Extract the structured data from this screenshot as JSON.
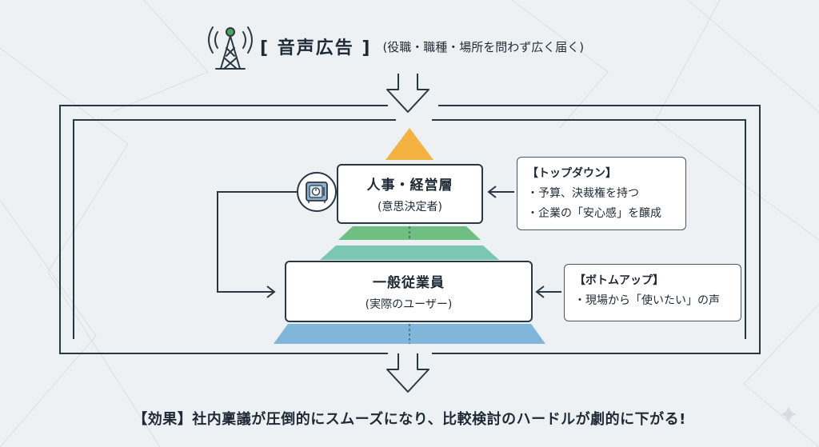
{
  "header": {
    "title": "[ 音声広告 ]",
    "subtitle": "(役職・職種・場所を問わず広く届く)",
    "icon": "radio-tower-icon"
  },
  "pyramid": {
    "top_box": {
      "title": "人事・経営層",
      "subtitle": "(意思決定者)"
    },
    "bottom_box": {
      "title": "一般従業員",
      "subtitle": "(実際のユーザー)"
    },
    "top_icon": "safe-icon",
    "colors": [
      "#f3b241",
      "#6fbf83",
      "#7cc6b4",
      "#7fb6d9"
    ]
  },
  "notes": {
    "top_down": {
      "title": "【トップダウン】",
      "items": [
        "・予算、決裁権を持つ",
        "・企業の「安心感」を醸成"
      ]
    },
    "bottom_up": {
      "title": "【ボトムアップ】",
      "items": [
        "・現場から「使いたい」の声"
      ]
    }
  },
  "footer": {
    "text": "【効果】社内稟議が圧倒的にスムーズになり、比較検討のハードルが劇的に下がる!"
  }
}
